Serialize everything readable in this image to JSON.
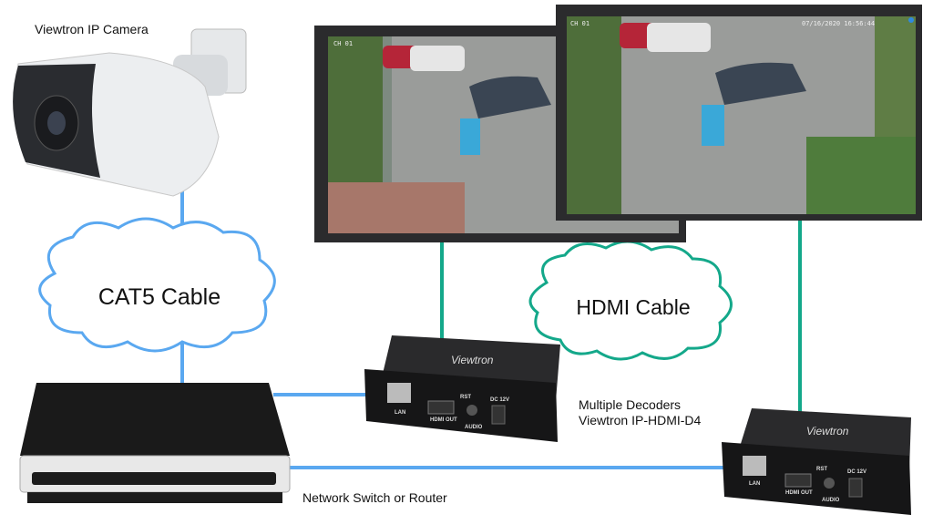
{
  "labels": {
    "camera": "Viewtron IP Camera",
    "cat5": "CAT5 Cable",
    "hdmi": "HDMI Cable",
    "decoders_line1": "Multiple Decoders",
    "decoders_line2": "Viewtron IP-HDMI-D4",
    "router": "Network Switch or Router"
  },
  "decoder": {
    "brand": "Viewtron",
    "ports": {
      "lan": "LAN",
      "hdmi": "HDMI OUT",
      "rst": "RST",
      "audio": "AUDIO",
      "dc": "DC 12V"
    }
  },
  "monitor": {
    "channel": "CH 01",
    "timestamp": "07/16/2020 16:56:44"
  },
  "colors": {
    "cat5": "#5aa8f0",
    "hdmi": "#14a88a",
    "device": "#1c1c1e"
  }
}
